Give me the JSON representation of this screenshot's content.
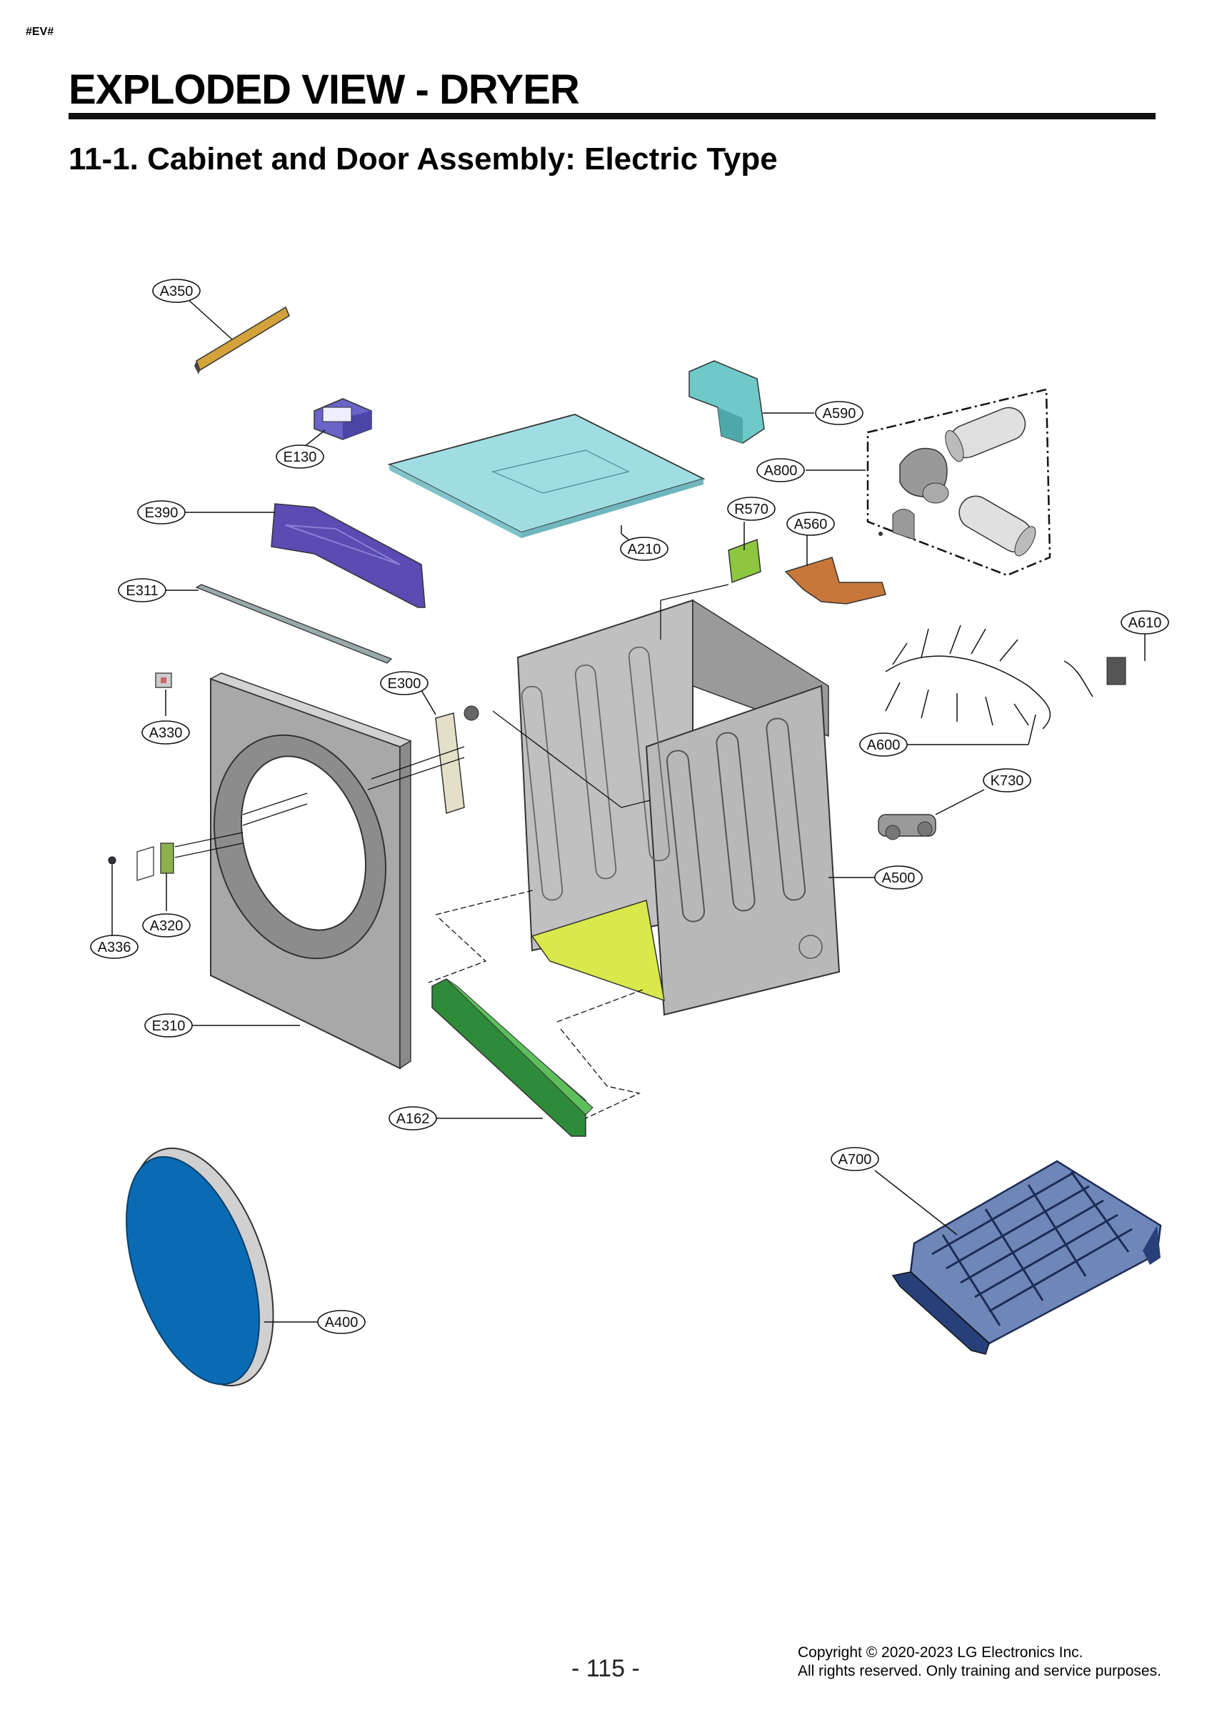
{
  "page_tag": "#EV#",
  "title": "EXPLODED VIEW - DRYER",
  "subtitle": "11-1. Cabinet and Door Assembly: Electric Type",
  "callouts": {
    "A350": "A350",
    "E130": "E130",
    "A590": "A590",
    "A800": "A800",
    "A210": "A210",
    "R570": "R570",
    "A560": "A560",
    "E390": "E390",
    "E311": "E311",
    "A610": "A610",
    "E300": "E300",
    "A330": "A330",
    "A600": "A600",
    "K730": "K730",
    "A500": "A500",
    "A320": "A320",
    "A336": "A336",
    "E310": "E310",
    "A162": "A162",
    "A700": "A700",
    "A400": "A400"
  },
  "part_colors": {
    "top_plate": "#9fdde3",
    "duct": "#6fc9c9",
    "bracket_purple": "#5b4bb2",
    "green_bracket": "#8dc63f",
    "orange_bracket": "#c8773a",
    "cabinet": "#b5b5b5",
    "base": "#d9e84a",
    "front_support": "#2e8b3a",
    "rack": "#27407a",
    "door": "#0a6bb5"
  },
  "page_number": "- 115 -",
  "copyright_line1": "Copyright © 2020-2023  LG Electronics Inc.",
  "copyright_line2": "All rights reserved. Only training and service purposes."
}
